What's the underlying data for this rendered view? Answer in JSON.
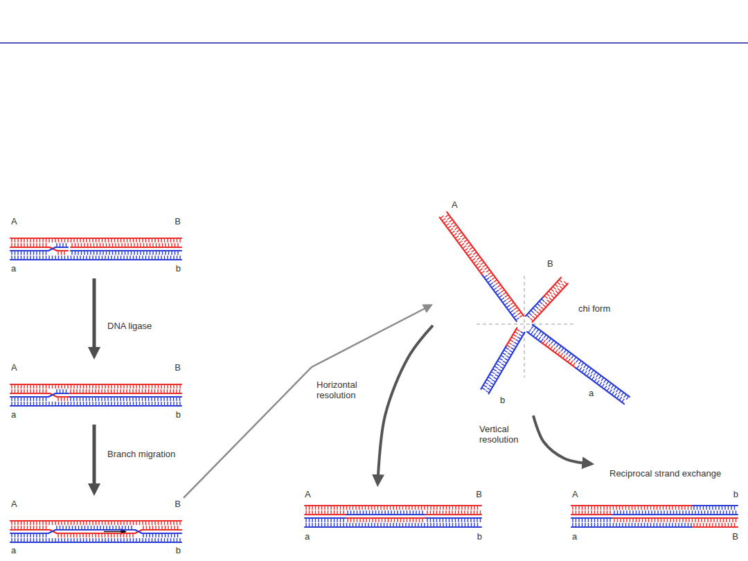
{
  "diagram": {
    "nodes": [
      {
        "text": [
          "A",
          "B",
          "a",
          "b"
        ]
      },
      {
        "text": [
          "A",
          "B",
          "a",
          "b"
        ]
      },
      {
        "text": [
          "A",
          "B",
          "a",
          "b"
        ]
      },
      {
        "text": [
          "A",
          "B",
          "chi form",
          "b",
          "a"
        ]
      },
      {
        "text": [
          "A",
          "B",
          "a",
          "b"
        ]
      },
      {
        "text": [
          "Reciprocal strand exchange",
          "A",
          "b",
          "a",
          "B"
        ]
      }
    ],
    "edges": [
      {
        "from": 0,
        "to": 1,
        "arrow": "to",
        "label": "DNA ligase"
      },
      {
        "from": 1,
        "to": 2,
        "arrow": "to",
        "label": "Branch migration"
      },
      {
        "from": 2,
        "to": 3,
        "arrow": "to"
      },
      {
        "from": 3,
        "to": 4,
        "arrow": "to",
        "label": "Horizontal resolution"
      },
      {
        "from": 3,
        "to": 5,
        "arrow": "to",
        "label": "Vertical resolution"
      }
    ]
  }
}
